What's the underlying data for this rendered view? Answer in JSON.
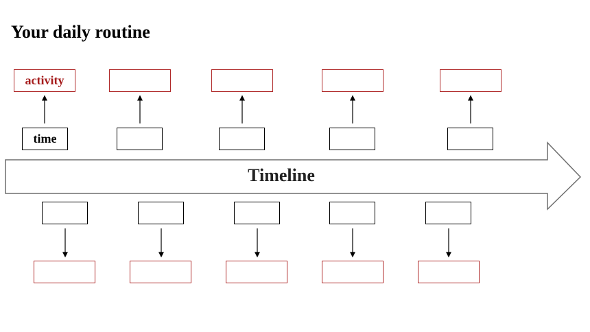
{
  "title": "Your daily routine",
  "timeline_label": "Timeline",
  "top_activity_boxes": [
    "activity",
    "",
    "",
    "",
    ""
  ],
  "top_time_boxes": [
    "time",
    "",
    "",
    "",
    ""
  ],
  "bottom_time_boxes": [
    "",
    "",
    "",
    "",
    ""
  ],
  "bottom_activity_boxes": [
    "",
    "",
    "",
    "",
    ""
  ],
  "colors": {
    "activity_border": "#b02a2a",
    "activity_text": "#a51c1c",
    "time_border": "#000000",
    "arrow_outline": "#6e6e6e"
  }
}
